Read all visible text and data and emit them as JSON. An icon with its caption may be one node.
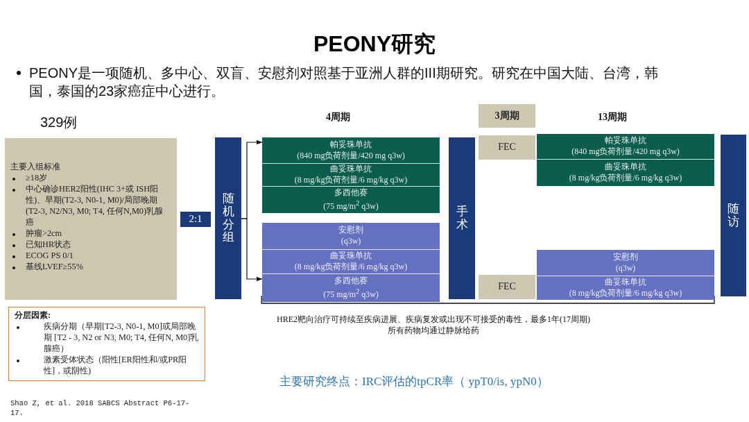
{
  "diagram": {
    "title": "PEONY研究",
    "nodes": [
      {
        "text": [
          "主要入组标准",
          "≥18岁",
          "中心确诊HER2阳性(IHC 3+或 ISH阳性)、早期(T2-3, N0-1, M0)/局部晚期(T2-3, N2/N3, M0; T4, 任何N,M0)乳腺癌",
          "肿瘤>2cm",
          "已知HR状态",
          "ECOG PS 0/1",
          "基线LVEF≥55%"
        ],
        "beside": [
          "329例"
        ]
      },
      {
        "text": [
          "2:1"
        ]
      },
      {
        "text": [
          "随机分组"
        ]
      },
      {
        "text": [
          "帕妥珠单抗",
          "(840 mg负荷剂量/420 mg q3w)"
        ]
      },
      {
        "text": [
          "曲妥珠单抗",
          "(8 mg/kg负荷剂量/6 mg/kg q3w)"
        ]
      },
      {
        "text": [
          "多西他赛",
          "(75 mg/m$^{2}$ q3w)"
        ]
      },
      {
        "text": [
          "安慰剂",
          "(q3w)"
        ]
      },
      {
        "text": [
          "曲妥珠单抗",
          "(8 mg/kg负荷剂量/6 mg/kg q3w)"
        ]
      },
      {
        "text": [
          "多西他赛",
          "(75 mg/m$^{2}$ q3w)"
        ]
      },
      {
        "text": [
          "手术"
        ]
      },
      {
        "text": [
          "3周期"
        ]
      },
      {
        "text": [
          "FEC"
        ]
      },
      {
        "text": [
          "FEC"
        ]
      },
      {
        "text": [
          "帕妥珠单抗",
          "(840 mg负荷剂量/420 mg q3w)"
        ]
      },
      {
        "text": [
          "曲妥珠单抗",
          "(8 mg/kg负荷剂量/6 mg/kg q3w)"
        ]
      },
      {
        "text": [
          "安慰剂",
          "(q3w)"
        ]
      },
      {
        "text": [
          "曲妥珠单抗",
          "(8 mg/kg负荷剂量/6 mg/kg q3w)"
        ]
      },
      {
        "text": [
          "随访"
        ]
      },
      {
        "text": [
          "分层因素:",
          "疾病分期（早期[T2-3, N0-1, M0]或局部晚期 [T2 - 3, N2 or N3, M0; T4, 任何N, M0]乳腺癌）",
          "激素受体状态（阳性[ER阳性和/或PR阳性]，或阴性)"
        ]
      }
    ],
    "edges": [
      {
        "from": 2,
        "to": 3,
        "arrow": "to"
      },
      {
        "from": 2,
        "to": 8,
        "arrow": "to"
      }
    ],
    "labels": [
      "PEONY是一项随机、多中心、双盲、安慰剂对照基于亚洲人群的III期研究。研究在中国大陆、台湾，韩国，泰国的23家癌症中心进行。",
      "4周期",
      "13周期",
      "HRE2靶向治疗可持续至疾病进展、疾病复发或出现不可接受的毒性，最多1年(17周期)",
      "所有药物均通过静脉给药",
      "主要研究终点：IRC评估的tpCR率（ ypT0/is, ypN0）",
      "Shao Z, et al. 2018 SABCS Abstract P6-17-17."
    ]
  }
}
